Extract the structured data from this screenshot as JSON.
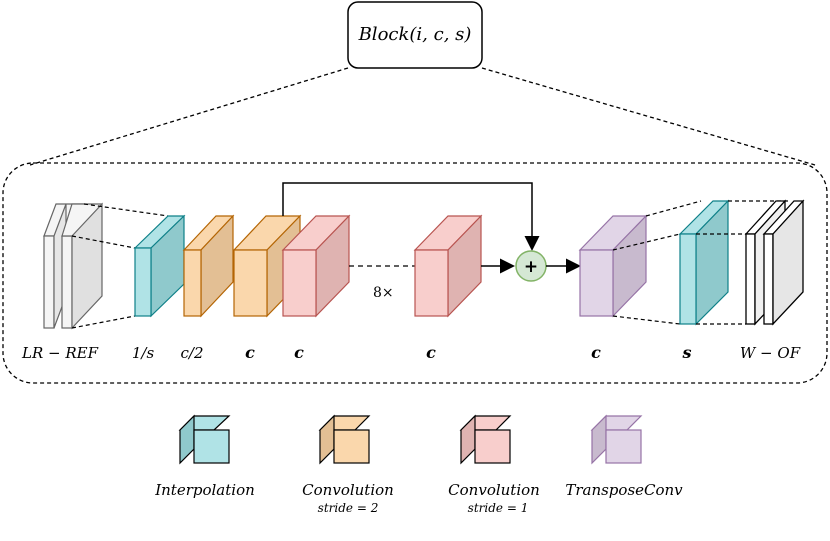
{
  "block_title": "Block(i, c, s)",
  "labels": {
    "lr_ref": "LR − REF",
    "inv_s": "1/s",
    "half_c": "c/2",
    "c1": "c",
    "c2": "c",
    "c3": "c",
    "c4": "c",
    "s": "s",
    "w_of": "W − OF"
  },
  "repeat": "8×",
  "plus": "+",
  "legend": [
    {
      "name": "Interpolation",
      "sub": ""
    },
    {
      "name": "Convolution",
      "sub": "stride = 2"
    },
    {
      "name": "Convolution",
      "sub": "stride = 1"
    },
    {
      "name": "TransposeConv",
      "sub": ""
    }
  ],
  "colors": {
    "interp_fill": "#b0e3e6",
    "interp_stroke": "#0e8088",
    "conv2_fill": "#fad7ac",
    "conv2_stroke": "#b46504",
    "conv1_fill": "#f8cecc",
    "conv1_stroke": "#b85450",
    "tconv_fill": "#e1d5e7",
    "tconv_stroke": "#9673a6",
    "add_fill": "#d5e8d4",
    "add_stroke": "#82b366",
    "gray_fill": "#f5f5f5",
    "gray_stroke": "#666666"
  }
}
